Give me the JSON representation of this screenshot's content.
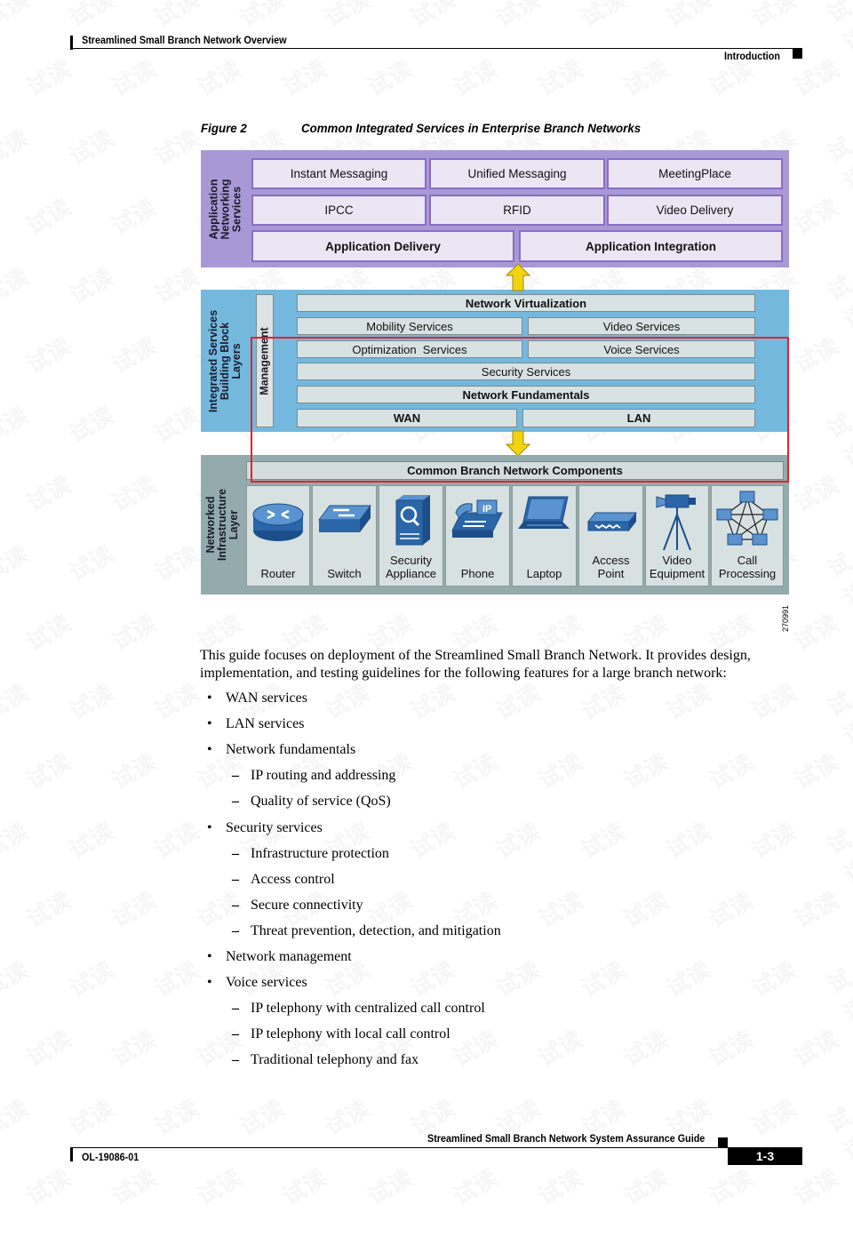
{
  "header": {
    "chapter_title": "Streamlined Small Branch Network Overview",
    "section": "Introduction"
  },
  "figure": {
    "label": "Figure 2",
    "title": "Common Integrated Services in Enterprise Branch Networks",
    "layer_app": "Application\nNetworking\nServices",
    "layer_integrated": "Integrated Services\nBuilding Block\nLayers",
    "layer_infra": "Networked\nInfrastructure\nLayer",
    "management": "Management",
    "app_row1": [
      "Instant Messaging",
      "Unified Messaging",
      "MeetingPlace"
    ],
    "app_row2": [
      "IPCC",
      "RFID",
      "Video Delivery"
    ],
    "app_delivery": "Application Delivery",
    "app_integration": "Application Integration",
    "network_virtualization": "Network Virtualization",
    "mobility_services": "Mobility Services",
    "video_services": "Video Services",
    "optimization_services": "Optimization  Services",
    "voice_services": "Voice Services",
    "security_services": "Security Services",
    "network_fundamentals": "Network Fundamentals",
    "wan": "WAN",
    "lan": "LAN",
    "common_components": "Common Branch Network Components",
    "devices": [
      {
        "name": "router-icon",
        "label": "Router"
      },
      {
        "name": "switch-icon",
        "label": "Switch"
      },
      {
        "name": "security-appliance-icon",
        "label": "Security\nAppliance"
      },
      {
        "name": "phone-icon",
        "label": "Phone"
      },
      {
        "name": "laptop-icon",
        "label": "Laptop"
      },
      {
        "name": "access-point-icon",
        "label": "Access\nPoint"
      },
      {
        "name": "video-camera-icon",
        "label": "Video\nEquipment"
      },
      {
        "name": "call-processing-icon",
        "label": "Call\nProcessing"
      }
    ],
    "figure_id": "270991"
  },
  "body": {
    "intro": "This guide focuses on deployment of the Streamlined Small Branch Network. It provides design, implementation, and testing guidelines for the following features for a large branch network:",
    "items": [
      {
        "level": 1,
        "text": "WAN services"
      },
      {
        "level": 1,
        "text": "LAN services"
      },
      {
        "level": 1,
        "text": "Network fundamentals"
      },
      {
        "level": 2,
        "text": "IP routing and addressing"
      },
      {
        "level": 2,
        "text": "Quality of service (QoS)"
      },
      {
        "level": 1,
        "text": "Security services"
      },
      {
        "level": 2,
        "text": "Infrastructure protection"
      },
      {
        "level": 2,
        "text": "Access control"
      },
      {
        "level": 2,
        "text": "Secure connectivity"
      },
      {
        "level": 2,
        "text": "Threat prevention, detection, and mitigation"
      },
      {
        "level": 1,
        "text": "Network management"
      },
      {
        "level": 1,
        "text": "Voice services"
      },
      {
        "level": 2,
        "text": "IP telephony with centralized call control"
      },
      {
        "level": 2,
        "text": "IP telephony with local call control"
      },
      {
        "level": 2,
        "text": "Traditional telephony and fax"
      }
    ]
  },
  "footer": {
    "guide_title": "Streamlined Small Branch Network System Assurance Guide",
    "doc_number": "OL-19086-01",
    "page_number": "1-3"
  },
  "watermark": "试读",
  "colors": {
    "app_band": "#a899d6",
    "integrated_band": "#74b8de",
    "infra_band": "#93abad",
    "highlight": "#e8202a",
    "arrow": "#f2d312"
  }
}
